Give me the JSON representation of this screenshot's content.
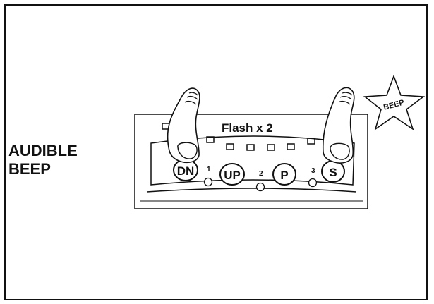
{
  "side_label": {
    "line1": "AUDIBLE",
    "line2": "BEEP"
  },
  "panel": {
    "flash_text": "Flash x 2",
    "beep_text": "BEEP",
    "buttons": {
      "dn": "DN",
      "up": "UP",
      "p": "P",
      "s": "S"
    },
    "led_numbers": {
      "one": "1",
      "two": "2",
      "three": "3"
    }
  },
  "colors": {
    "stroke": "#111111",
    "background": "#ffffff"
  },
  "icons": {
    "left_finger": "pointing-finger-icon",
    "right_finger": "pointing-finger-icon",
    "beep_burst": "star-burst-icon"
  }
}
